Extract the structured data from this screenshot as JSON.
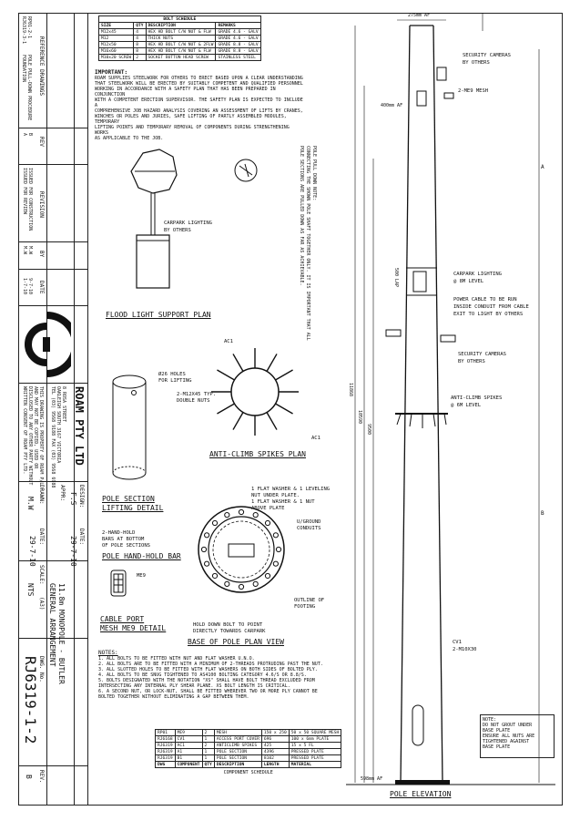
{
  "title_block": {
    "reference_drawings_label": "REFERENCE DRAWINGS",
    "ref_1": "RP01-2-1",
    "ref_2": "RJ6319-3-1",
    "ref_desc_1": "POLE PULL-DOWN PROCEDURE",
    "ref_desc_2": "FOUNDATION",
    "revision_label": "REVISION",
    "rev_header": "REV",
    "by_header": "BY",
    "date_header": "DATE",
    "rev_b": "B",
    "rev_a": "A",
    "rev_b_desc": "ISSUED FOR CONSTRUCTION",
    "rev_a_desc": "ISSUED FOR REVIEW",
    "rev_b_by": "M.W",
    "rev_a_by": "M.W",
    "rev_b_date": "9-7-10",
    "rev_a_date": "1-7-10",
    "company": "ROAM PTY LTD",
    "address_1": "8 ROSA STREET",
    "address_2": "OAKLEIGH SOUTH 3167 VICTORIA",
    "address_3": "TEL (03) 9568 9188  FAX (03) 9568 6988",
    "copyright_1": "THIS DRAWING IS PROPERTY OF ROAM P/L",
    "copyright_2": "AND MAY NOT BE COPIED, USED OR",
    "copyright_3": "DISCLOSED TO ANY OTHER PARTY WITHOUT",
    "copyright_4": "WRITTEN CONSENT OF ROAM PTY LTD.",
    "design_label": "DESIGN:",
    "design_value": "F.S",
    "appr_label": "APPR:",
    "drawn_label": "DRAWN:",
    "drawn_value": "M.W",
    "date_label": "DATE:",
    "date_design": "29-7-10",
    "date_drawn": "29-7-10",
    "drawing_title_1": "11.8m MONOPOLE - BUTLER",
    "drawing_title_2": "GENERAL ARRANGEMENT",
    "scale_label": "SCALE:",
    "scale_size": "(A3)",
    "scale_value": "NTS",
    "dwg_no_label": "DWG. No.",
    "dwg_no": "RJ6319-1-2",
    "rev_label": "REV.",
    "rev_value": "B"
  },
  "bolt_schedule": {
    "title": "BOLT SCHEDULE",
    "headers": [
      "SIZE",
      "QTY",
      "DESCRIPTION",
      "REMARKS"
    ],
    "rows": [
      [
        "M12x45",
        "4",
        "HEX HD BOLT C/W NUT & FLW",
        "GRADE 4.6 - GALV"
      ],
      [
        "M12",
        "4",
        "THICK NUTS",
        "GRADE 4.6 - GALV"
      ],
      [
        "M12x50",
        "8",
        "HEX HD BOLT C/W NUT & 2FLW",
        "GRADE 8.8 - GALV"
      ],
      [
        "M16x60",
        "8",
        "HEX HD BOLT C/W NUT & FLW",
        "GRADE 8.8 - GALV"
      ],
      [
        "M10x20 SCREW",
        "2",
        "SOCKET BUTTON HEAD SCREW",
        "STAINLESS STEEL"
      ]
    ]
  },
  "important": {
    "heading": "IMPORTANT:",
    "lines": [
      "ROAM SUPPLIES STEELWORK FOR OTHERS TO ERECT BASED UPON A CLEAR UNDERSTANDING",
      "THAT STEELWORK WILL BE ERECTED BY SUITABLY COMPETENT AND QUALIFIED PERSONNEL",
      "WORKING IN ACCORDANCE WITH A SAFETY PLAN THAT HAS BEEN PREPARED IN CONJUNCTION",
      "WITH A COMPETENT ERECTION SUPERVISOR. THE SAFETY PLAN IS EXPECTED TO INCLUDE A",
      "COMPREHENSIVE JOB HAZARD ANALYSIS COVERING AN ASSESSMENT OF LIFTS BY CRANES,",
      "WINCHES OR POLES AND JURIES, SAFE LIFTING OF PARTLY ASSEMBLED MODULES, TEMPORARY",
      "LIFTING POINTS AND TEMPORARY REMOVAL OF COMPONENTS DURING STRENGTHENING WORKS",
      "AS APPLICABLE TO THE JOB."
    ]
  },
  "pull_down_note": {
    "heading": "POLE PULL DOWN NOTE:",
    "lines": [
      "CONNECTING THE SHOWN POLE SHAFT TOGETHER ONLY. IT IS IMPORTANT THAT ALL",
      "POLE SECTIONS ARE PULLED DOWN AS FAR AS ACHIEVABLE."
    ]
  },
  "flood_light": {
    "carpark_label_1": "CARPARK LIGHTING",
    "carpark_label_2": "BY OTHERS",
    "title": "FLOOD LIGHT SUPPORT PLAN"
  },
  "anti_climb": {
    "ac1_top": "AC1",
    "ac1_bottom": "AC1",
    "bolts_note_1": "2-M12x45 TYP.",
    "bolts_note_2": "DOUBLE NUTS",
    "title": "ANTI-CLIMB SPIKES PLAN"
  },
  "lifting": {
    "holes_1": "ø26 HOLES",
    "holes_2": "FOR LIFTING",
    "title_1": "POLE SECTION",
    "title_2": "LIFTING DETAIL"
  },
  "hand_hold": {
    "note_1": "2-HAND-HOLD",
    "note_2": "BARS AT BOTTOM",
    "note_3": "OF POLE SECTIONS",
    "title": "POLE HAND-HOLD BAR"
  },
  "cable_port": {
    "me9": "ME9",
    "title_1": "CABLE PORT",
    "title_2": "MESH ME9 DETAIL"
  },
  "base_plan": {
    "washer_1": "1 FLAT WASHER & 1 LEVELING",
    "washer_2": "NUT UNDER PLATE.",
    "washer_3": "1 FLAT WASHER & 1 NUT",
    "washer_4": "ABOVE PLATE",
    "conduits_1": "U/GROUND",
    "conduits_2": "CONDUITS",
    "footing_1": "OUTLINE OF",
    "footing_2": "FOOTING",
    "holddown_1": "HOLD DOWN BOLT TO POINT",
    "holddown_2": "DIRECTLY TOWARDS CARPARK",
    "title": "BASE OF POLE PLAN VIEW"
  },
  "notes": {
    "heading": "NOTES:",
    "lines": [
      "1. ALL BOLTS TO BE FITTED WITH NUT AND FLAT WASHER U.N.O.",
      "2. ALL BOLTS ARE TO BE FITTED WITH A MINIMUM OF 2-THREADS PROTRUDING PAST THE NUT.",
      "3. ALL SLOTTED HOLES TO BE FITTED WITH FLAT WASHERS ON BOTH SIDES OF BOLTED PLY.",
      "4. ALL BOLTS TO BE SNUG TIGHTENED TO AS4100 BOLTING CATEGORY 4.6/S OR 8.8/S.",
      "5. BOLTS DESIGNATED WITH THE NOTATION \"XS\" SHALL HAVE BOLT THREAD EXCLUDED FROM",
      "INTERSECTING ANY INTERNAL PLY SHEAR PLANE. XS BOLT LENGTH IS CRITICAL.",
      "6. A SECOND NUT, OR LOCK-NUT, SHALL BE FITTED WHEREVER TWO OR MORE PLY CANNOT BE",
      "BOLTED TOGETHER WITHOUT ELIMINATING A GAP BETWEEN THEM."
    ]
  },
  "component_schedule": {
    "title": "COMPONENT SCHEDULE",
    "headers": [
      "DWG",
      "COMPONENT",
      "QTY",
      "DESCRIPTION",
      "LENGTH",
      "MATERIAL"
    ],
    "rows": [
      [
        "RP01",
        "ME9",
        "2",
        "MESH",
        "150 x 250",
        "50 x 50 SQUARE MESH"
      ],
      [
        "RJ6168",
        "CV1",
        "1",
        "ACCESS PORT COVER",
        "696",
        "100 x 6mm PLATE"
      ],
      [
        "RJ6319",
        "AC1",
        "2",
        "ANTICLIMB SPIKES",
        "425",
        "15 x 5 FL"
      ],
      [
        "RJ6319",
        "A1",
        "1",
        "POLE SECTION",
        "4396",
        "PRESSED PLATE"
      ],
      [
        "RJ6319",
        "B1",
        "1",
        "POLE SECTION",
        "8102",
        "PRESSED PLATE"
      ]
    ]
  },
  "elevation": {
    "top_dim": "275mm AF",
    "cameras_top_1": "SECURITY CAMERAS",
    "cameras_top_2": "BY OTHERS",
    "mesh_top": "2-ME9 MESH",
    "dim_400": "400mm AF",
    "section_a": "A",
    "section_b": "B",
    "dim_500": "500 LAP",
    "lighting_1": "CARPARK LIGHTING",
    "lighting_2": "@ 8m LEVEL",
    "power_1": "POWER CABLE TO BE RUN",
    "power_2": "INSIDE CONDUIT FROM CABLE",
    "power_3": "EXIT TO LIGHT BY OTHERS",
    "cameras_mid_1": "SECURITY CAMERAS",
    "cameras_mid_2": "BY OTHERS",
    "spikes_1": "ANTI-CLIMB SPIKES",
    "spikes_2": "@ 6m LEVEL",
    "dim_11868": "11868",
    "dim_10590": "10590",
    "dim_9500": "9500",
    "cv1_1": "CV1",
    "cv1_2": "2-M10x30",
    "base_dim": "598mm AF",
    "note_1": "NOTE:",
    "note_2": "DO NOT GROUT UNDER",
    "note_3": "BASE PLATE",
    "note_4": "ENSURE ALL NUTS ARE",
    "note_5": "TIGHTENED AGAINST",
    "note_6": "BASE PLATE",
    "title": "POLE ELEVATION"
  }
}
